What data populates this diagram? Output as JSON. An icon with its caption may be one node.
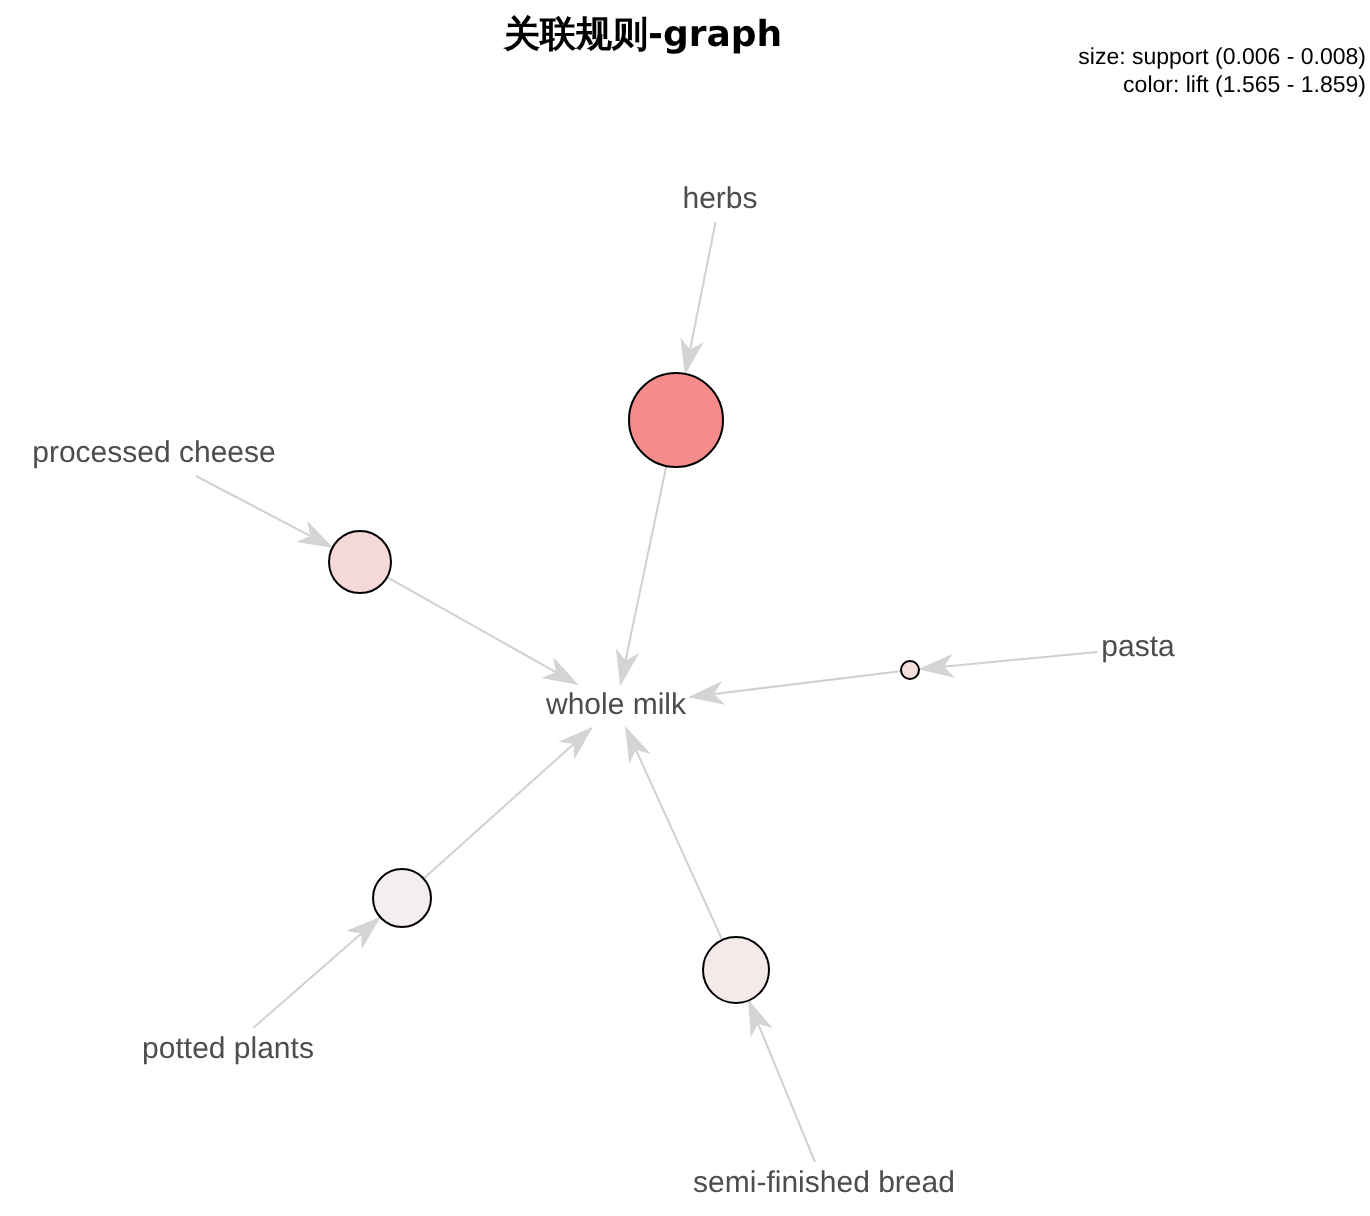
{
  "diagram": {
    "title": "关联规则-graph",
    "nodes": [
      {
        "text": [
          "whole milk"
        ]
      },
      {
        "text": [
          "herbs"
        ]
      },
      {
        "text": [
          "processed cheese"
        ]
      },
      {
        "text": [
          "pasta"
        ]
      },
      {
        "text": [
          "potted plants"
        ]
      },
      {
        "text": [
          "semi-finished bread"
        ]
      },
      {
        "text": [],
        "shape": "circle"
      },
      {
        "text": [],
        "shape": "circle"
      },
      {
        "text": [],
        "shape": "circle"
      },
      {
        "text": [],
        "shape": "circle"
      },
      {
        "text": [],
        "shape": "circle"
      }
    ],
    "edges": [
      {
        "from": 1,
        "to": 6,
        "arrow": "to"
      },
      {
        "from": 6,
        "to": 0,
        "arrow": "to"
      },
      {
        "from": 2,
        "to": 7,
        "arrow": "to"
      },
      {
        "from": 7,
        "to": 0,
        "arrow": "to"
      },
      {
        "from": 3,
        "to": 8,
        "arrow": "to"
      },
      {
        "from": 8,
        "to": 0,
        "arrow": "to"
      },
      {
        "from": 4,
        "to": 9,
        "arrow": "to"
      },
      {
        "from": 9,
        "to": 0,
        "arrow": "to"
      },
      {
        "from": 5,
        "to": 10,
        "arrow": "to"
      },
      {
        "from": 10,
        "to": 0,
        "arrow": "to"
      }
    ],
    "labels": [
      "size: support (0.006 - 0.008)",
      "color: lift (1.565 - 1.859)"
    ]
  }
}
